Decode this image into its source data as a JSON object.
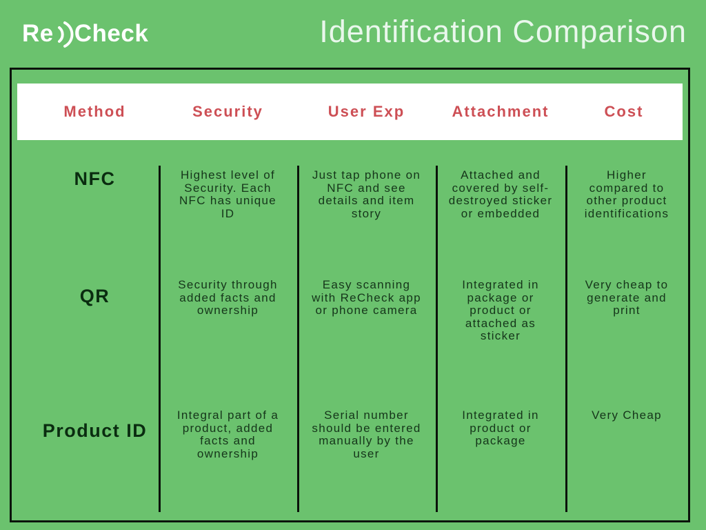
{
  "header": {
    "logo_prefix": "Re",
    "logo_suffix": "Check",
    "title": "Identification Comparison"
  },
  "chart_data": {
    "type": "table",
    "title": "Identification Comparison",
    "columns": [
      "Method",
      "Security",
      "User Exp",
      "Attachment",
      "Cost"
    ],
    "rows": [
      [
        "NFC",
        "Highest level of Security. Each NFC has unique ID",
        "Just tap phone on NFC and see details and item story",
        "Attached and covered by self-destroyed sticker or embedded",
        "Higher compared to other product identifications"
      ],
      [
        "QR",
        "Security through added facts and ownership",
        "Easy scanning with ReCheck app or phone camera",
        "Integrated in package or product or attached as sticker",
        "Very cheap to generate and print"
      ],
      [
        "Product ID",
        "Integral part of a product, added facts and ownership",
        "Serial number should be entered manually by the user",
        "Integrated in product or package",
        "Very Cheap"
      ]
    ],
    "layout": {
      "grid": "off",
      "header_row": true,
      "column_dividers": true
    }
  },
  "colors": {
    "background": "#6bc26e",
    "table_border": "#0b130b",
    "header_bg": "#ffffff",
    "header_text": "#cd4f55",
    "body_text": "#15351a",
    "method_text": "#0a2c10",
    "title_text": "#e9f7ec",
    "logo_text": "#ffffff"
  }
}
